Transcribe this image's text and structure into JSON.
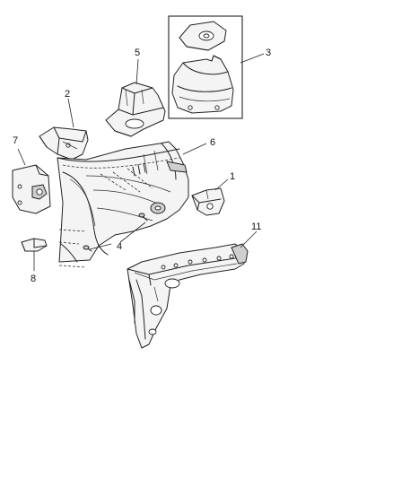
{
  "callouts": {
    "c1": "1",
    "c2": "2",
    "c3": "3",
    "c4": "4",
    "c5": "5",
    "c6": "6",
    "c7": "7",
    "c8": "8",
    "c11": "11"
  },
  "colors": {
    "line": "#222222",
    "background": "#ffffff"
  }
}
